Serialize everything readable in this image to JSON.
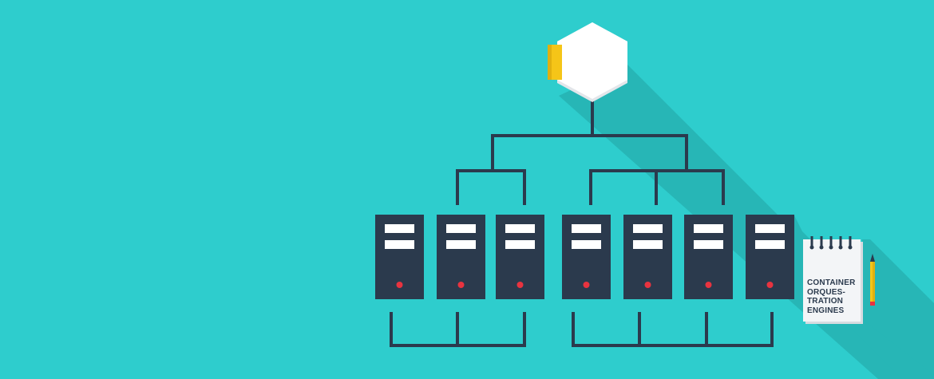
{
  "colors": {
    "background": "#2ecdcd",
    "shadow": "#27b6b6",
    "server_body": "#2b3a4d",
    "server_slot": "#ffffff",
    "server_led": "#e8333f",
    "connector": "#2b3a4d",
    "hexagon": "#ffffff",
    "hexagon_edge": "#e3e6ea",
    "tab": "#f5c518",
    "notepad": "#f3f5f7",
    "pencil": "#f5c518"
  },
  "icons": {
    "master": "hexagon-orchestrator-icon",
    "server": "server-tower-icon",
    "notepad": "spiral-notepad-icon",
    "pencil": "pencil-icon"
  },
  "server_count": 7,
  "notepad": {
    "lines": [
      "CONTAINER",
      "ORQUES-",
      "TRATION",
      "ENGINES"
    ]
  }
}
